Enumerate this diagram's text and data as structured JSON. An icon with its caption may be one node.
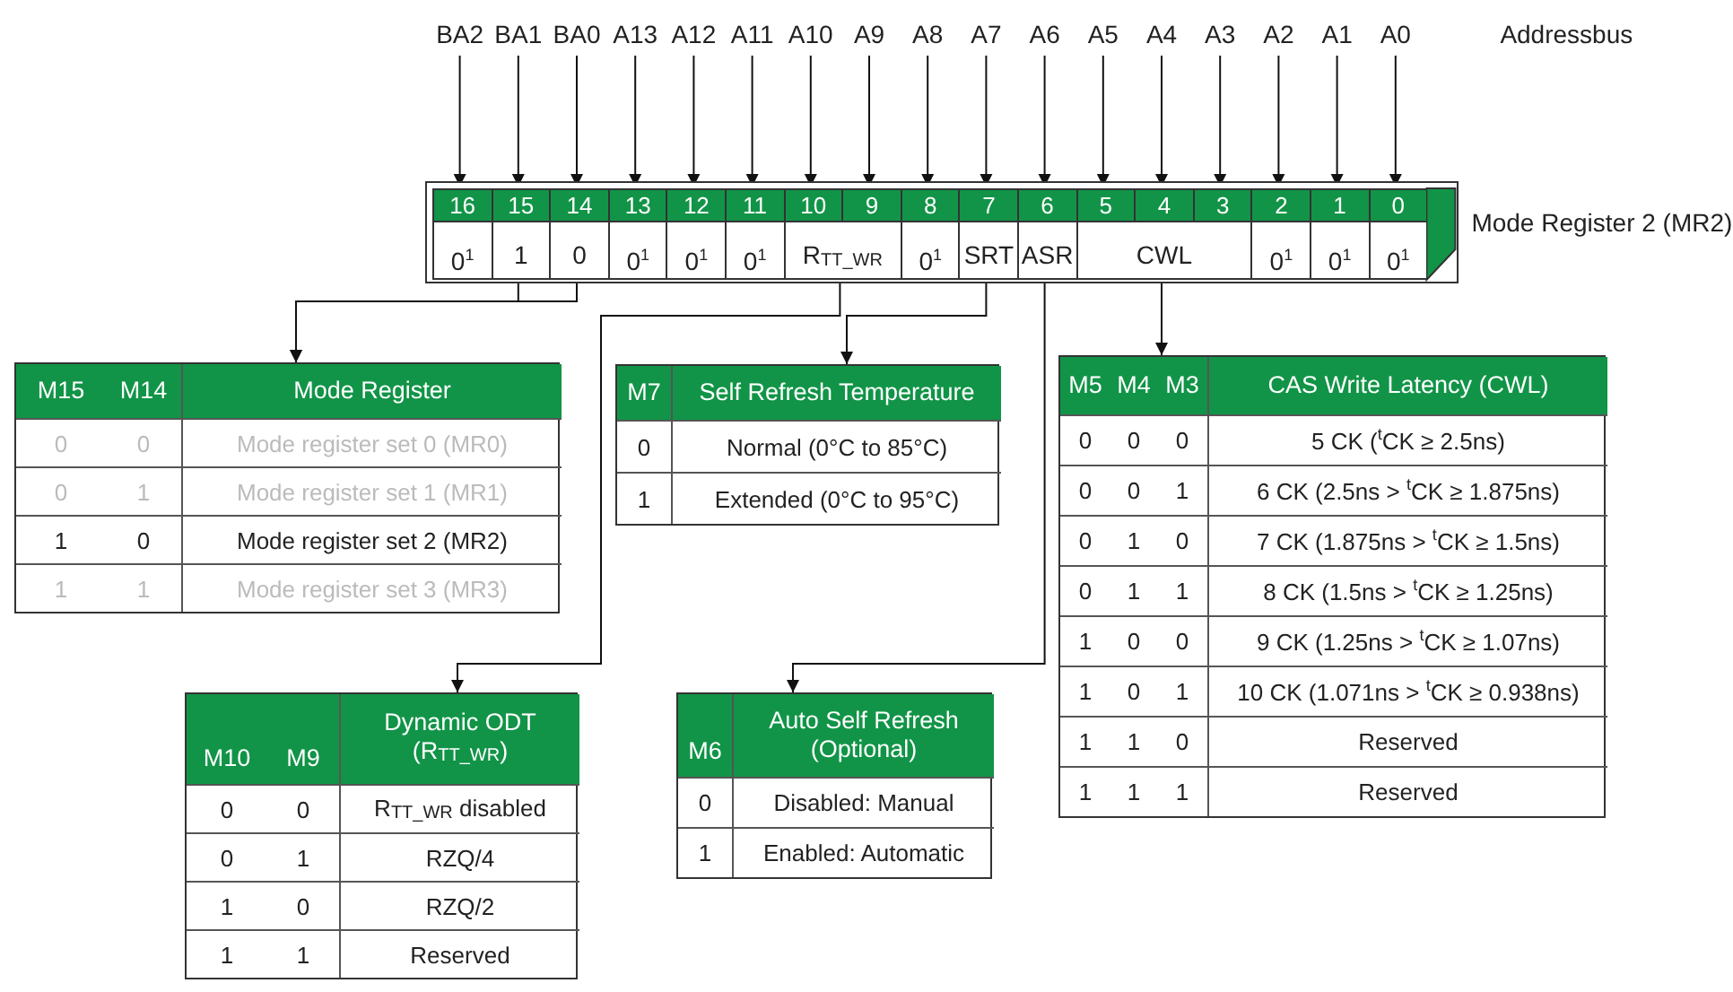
{
  "diagram": {
    "nodes": [
      {
        "text": [],
        "shape": "bar",
        "beside": [
          "Mode Register 2 (MR2)"
        ]
      },
      {
        "text": [
          "BA2"
        ]
      },
      {
        "text": [
          "BA1"
        ]
      },
      {
        "text": [
          "BA0"
        ]
      },
      {
        "text": [
          "A13"
        ]
      },
      {
        "text": [
          "A12"
        ]
      },
      {
        "text": [
          "A11"
        ]
      },
      {
        "text": [
          "A10"
        ]
      },
      {
        "text": [
          "A9"
        ]
      },
      {
        "text": [
          "A8"
        ]
      },
      {
        "text": [
          "A7"
        ]
      },
      {
        "text": [
          "A6"
        ]
      },
      {
        "text": [
          "A5"
        ]
      },
      {
        "text": [
          "A4"
        ]
      },
      {
        "text": [
          "A3"
        ]
      },
      {
        "text": [
          "A2"
        ]
      },
      {
        "text": [
          "A1"
        ]
      },
      {
        "text": [
          "A0"
        ]
      },
      {
        "text": [
          "16"
        ],
        "in": 0
      },
      {
        "text": [
          "15"
        ],
        "in": 0
      },
      {
        "text": [
          "14"
        ],
        "in": 0
      },
      {
        "text": [
          "13"
        ],
        "in": 0
      },
      {
        "text": [
          "12"
        ],
        "in": 0
      },
      {
        "text": [
          "11"
        ],
        "in": 0
      },
      {
        "text": [
          "10"
        ],
        "in": 0
      },
      {
        "text": [
          "9"
        ],
        "in": 0
      },
      {
        "text": [
          "8"
        ],
        "in": 0
      },
      {
        "text": [
          "7"
        ],
        "in": 0
      },
      {
        "text": [
          "6"
        ],
        "in": 0
      },
      {
        "text": [
          "5"
        ],
        "in": 0
      },
      {
        "text": [
          "4"
        ],
        "in": 0
      },
      {
        "text": [
          "3"
        ],
        "in": 0
      },
      {
        "text": [
          "2"
        ],
        "in": 0
      },
      {
        "text": [
          "1"
        ],
        "in": 0
      },
      {
        "text": [
          "0"
        ],
        "in": 0
      },
      {
        "text": [
          "0$^{1}$"
        ],
        "in": 0
      },
      {
        "text": [
          "1"
        ],
        "in": 0
      },
      {
        "text": [
          "0"
        ],
        "in": 0
      },
      {
        "text": [
          "0$^{1}$"
        ],
        "in": 0
      },
      {
        "text": [
          "0$^{1}$"
        ],
        "in": 0
      },
      {
        "text": [
          "0$^{1}$"
        ],
        "in": 0
      },
      {
        "text": [
          "R$_{TT_WR}$"
        ],
        "in": 0
      },
      {
        "text": [
          "0$^{1}$"
        ],
        "in": 0
      },
      {
        "text": [
          "SRT"
        ],
        "in": 0
      },
      {
        "text": [
          "ASR"
        ],
        "in": 0
      },
      {
        "text": [
          "CWL"
        ],
        "in": 0
      },
      {
        "text": [
          "0$^{1}$"
        ],
        "in": 0
      },
      {
        "text": [
          "0$^{1}$"
        ],
        "in": 0
      },
      {
        "text": [
          "0$^{1}$"
        ],
        "in": 0
      },
      {
        "text": [
          "M15",
          "M14",
          "Mode Register",
          "0",
          "0",
          "Mode register set 0 (MR0)",
          "0",
          "1",
          "Mode register set 1 (MR1)",
          "1",
          "0",
          "Mode register set 2 (MR2)",
          "1",
          "1",
          "Mode register set 3 (MR3)"
        ]
      },
      {
        "text": [
          "M7",
          "Self Refresh Temperature",
          "0",
          "Normal (0°C to 85°C)",
          "1",
          "Extended (0°C to 95°C)"
        ]
      },
      {
        "text": [
          "M5",
          "M4",
          "M3",
          "CAS Write Latency (CWL)",
          "0",
          "0",
          "0",
          "5 CK ($^{t}$CK ≥ 2.5ns)",
          "0",
          "0",
          "1",
          "6 CK (2.5ns > $^{t}$CK ≥ 1.875ns)",
          "0",
          "1",
          "0",
          "7 CK (1.875ns > $^{t}$CK ≥ 1.5ns)",
          "0",
          "1",
          "1",
          "8 CK (1.5ns > $^{t}$CK ≥ 1.25ns)",
          "1",
          "0",
          "0",
          "9 CK (1.25ns > $^{t}$CK ≥ 1.07ns)",
          "1",
          "0",
          "1",
          "10 CK (1.071ns > $^{t}$CK ≥ 0.938ns)",
          "1",
          "1",
          "0",
          "Reserved",
          "1",
          "1",
          "1",
          "Reserved"
        ]
      },
      {
        "text": [
          "M10",
          "M9",
          "Dynamic ODT (R$_{TT_WR}$)",
          "0",
          "0",
          "R$_{TT_WR}$ disabled",
          "0",
          "1",
          "RZQ/4",
          "1",
          "0",
          "RZQ/2",
          "1",
          "1",
          "Reserved"
        ]
      },
      {
        "text": [
          "M6",
          "Auto Self Refresh (Optional)",
          "0",
          "Disabled: Manual",
          "1",
          "Enabled: Automatic"
        ]
      }
    ],
    "edges": [
      {
        "from": 1,
        "to": 18,
        "arrow": "to"
      },
      {
        "from": 2,
        "to": 19,
        "arrow": "to"
      },
      {
        "from": 3,
        "to": 20,
        "arrow": "to"
      },
      {
        "from": 4,
        "to": 21,
        "arrow": "to"
      },
      {
        "from": 5,
        "to": 22,
        "arrow": "to"
      },
      {
        "from": 6,
        "to": 23,
        "arrow": "to"
      },
      {
        "from": 7,
        "to": 24,
        "arrow": "to"
      },
      {
        "from": 8,
        "to": 25,
        "arrow": "to"
      },
      {
        "from": 9,
        "to": 26,
        "arrow": "to"
      },
      {
        "from": 10,
        "to": 27,
        "arrow": "to"
      },
      {
        "from": 11,
        "to": 28,
        "arrow": "to"
      },
      {
        "from": 12,
        "to": 29,
        "arrow": "to"
      },
      {
        "from": 13,
        "to": 30,
        "arrow": "to"
      },
      {
        "from": 14,
        "to": 31,
        "arrow": "to"
      },
      {
        "from": 15,
        "to": 32,
        "arrow": "to"
      },
      {
        "from": 16,
        "to": 33,
        "arrow": "to"
      },
      {
        "from": 17,
        "to": 34,
        "arrow": "to"
      },
      {
        "from": 36,
        "to": 49,
        "arrow": "to"
      },
      {
        "from": 37,
        "to": 49,
        "arrow": "to"
      },
      {
        "from": 41,
        "to": 52,
        "arrow": "to"
      },
      {
        "from": 43,
        "to": 50,
        "arrow": "to"
      },
      {
        "from": 44,
        "to": 53,
        "arrow": "to"
      },
      {
        "from": 45,
        "to": 51,
        "arrow": "to"
      }
    ],
    "labels": [
      "Addressbus"
    ]
  }
}
